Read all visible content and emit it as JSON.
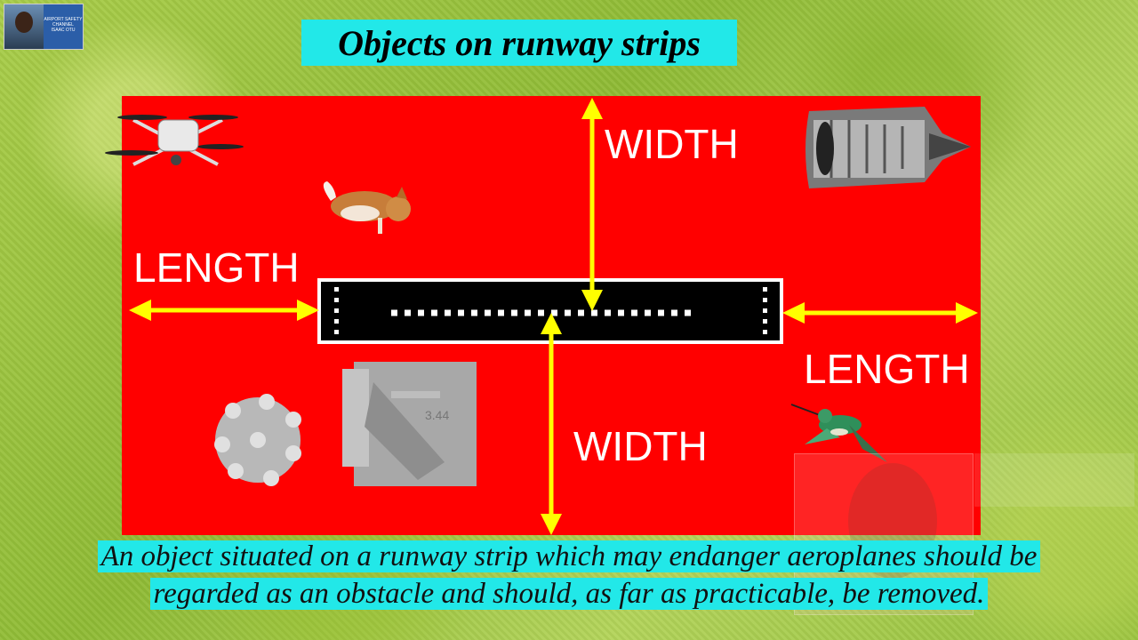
{
  "logo": {
    "channel": "AIRPORT SAFETY CHANNEL",
    "presenter": "ISAAC OTU"
  },
  "title": "Objects on runway strips",
  "labels": {
    "width_top": "WIDTH",
    "width_bottom": "WIDTH",
    "length_left": "LENGTH",
    "length_right": "LENGTH"
  },
  "caption": {
    "line1": "An object situated on a runway strip which may endanger aeroplanes should be",
    "line2": "regarded as an obstacle and should, as far as practicable, be removed."
  },
  "colors": {
    "strip": "#ff0000",
    "arrow": "#ffff00",
    "highlight": "#22e8e8",
    "runway": "#000000"
  },
  "objects": [
    "drone-icon",
    "dog-icon",
    "jet-engine-icon",
    "drill-bit-icon",
    "machine-part-icon",
    "hummingbird-icon"
  ]
}
